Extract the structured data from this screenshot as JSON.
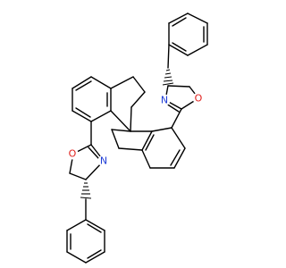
{
  "molecule": {
    "atom_labels": [
      {
        "symbol": "N",
        "color": "#1f3dd6"
      },
      {
        "symbol": "O",
        "color": "#e0201c"
      },
      {
        "symbol": "N",
        "color": "#1f3dd6"
      },
      {
        "symbol": "O",
        "color": "#e0201c"
      }
    ]
  }
}
